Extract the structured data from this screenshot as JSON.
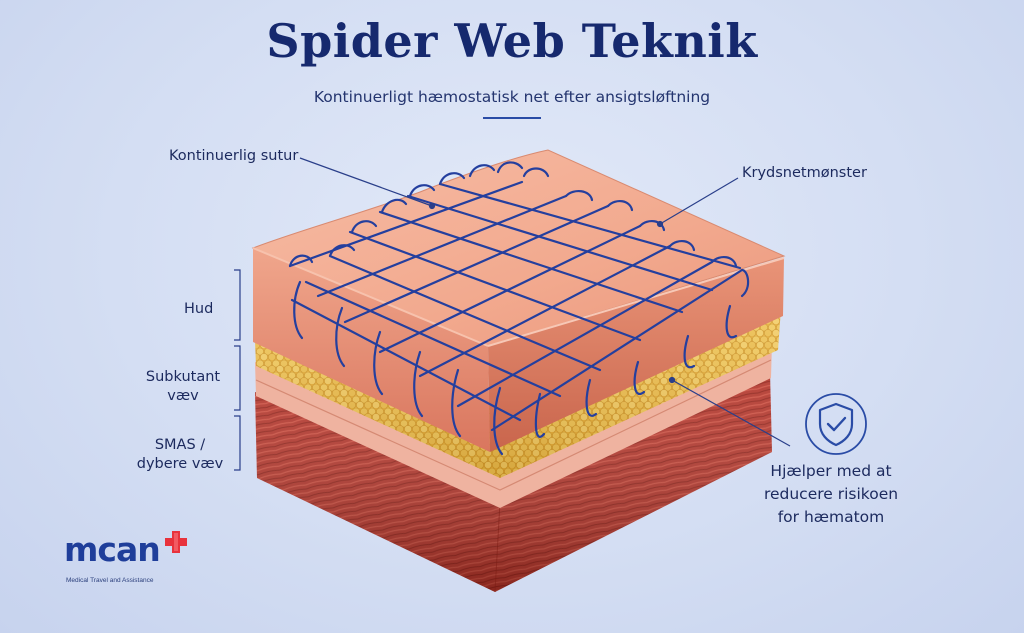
{
  "header": {
    "title": "Spider Web Teknik",
    "subtitle": "Kontinuerligt hæmostatisk net efter ansigtsløftning"
  },
  "callouts": {
    "suture": "Kontinuerlig sutur",
    "mesh": "Krydsnetmønster"
  },
  "layers": {
    "skin": "Hud",
    "subcutaneous_line1": "Subkutant",
    "subcutaneous_line2": "væv",
    "smas_line1": "SMAS /",
    "smas_line2": "dybere væv"
  },
  "benefit": {
    "line1": "Hjælper med at",
    "line2": "reducere risikoen",
    "line3": "for hæmatom"
  },
  "logo": {
    "name": "mcan",
    "tagline": "Medical Travel and Assistance"
  },
  "icons": {
    "benefit": "shield-check-icon",
    "logo_mark": "plus-cross-icon"
  },
  "colors": {
    "title": "#16296e",
    "suture": "#243f9e",
    "skin": "#f0a88d",
    "fat": "#e8b43c",
    "muscle": "#b5352a",
    "logo": "#1f3e9a",
    "logo_accent": "#e8323c"
  }
}
